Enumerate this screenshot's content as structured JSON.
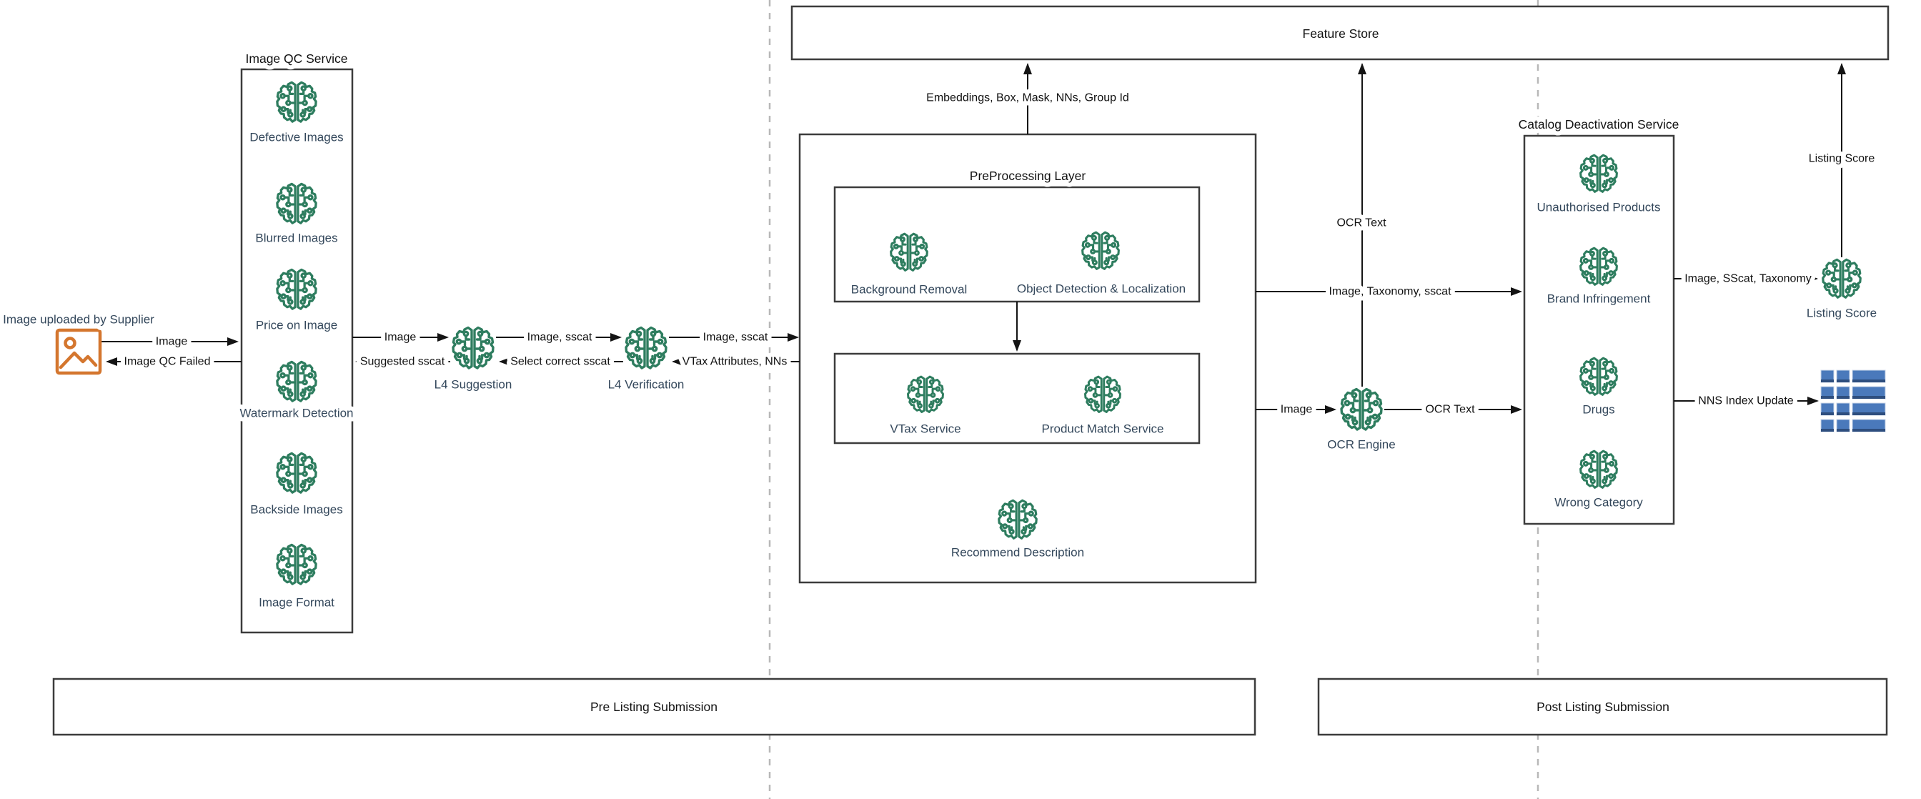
{
  "containers": {
    "feature_store": "Feature Store",
    "image_qc": "Image QC Service",
    "preprocessing": "PreProcessing Layer",
    "catalog_deactivation": "Catalog Deactivation Service",
    "pre_listing": "Pre Listing Submission",
    "post_listing": "Post Listing Submission"
  },
  "nodes": {
    "supplier": "Image uploaded by Supplier",
    "defective": "Defective Images",
    "blurred": "Blurred Images",
    "price": "Price on Image",
    "watermark": "Watermark Detection",
    "backside": "Backside Images",
    "format": "Image Format",
    "l4_suggestion": "L4 Suggestion",
    "l4_verification": "L4 Verification",
    "bg_removal": "Background Removal",
    "obj_detection": "Object Detection & Localization",
    "vtax": "VTax Service",
    "product_match": "Product Match Service",
    "recommend_desc": "Recommend Description",
    "ocr_engine": "OCR Engine",
    "unauthorised": "Unauthorised Products",
    "brand": "Brand Infringement",
    "drugs": "Drugs",
    "wrong_category": "Wrong Category",
    "listing_score": "Listing Score"
  },
  "edges": {
    "image_in": "Image",
    "qc_failed": "Image QC Failed",
    "image_to_l4s": "Image",
    "suggested_sscat": "Suggested sscat",
    "image_sscat_1": "Image, sscat",
    "select_correct": "Select correct sscat",
    "image_sscat_2": "Image, sscat",
    "vtax_attrs": "VTax Attributes, NNs",
    "embeddings": "Embeddings, Box, Mask, NNs, Group Id",
    "ocr_text_up": "OCR Text",
    "image_tax_sscat": "Image, Taxonomy, sscat",
    "image_to_ocr": "Image",
    "ocr_text_right": "OCR Text",
    "image_sscat_tax": "Image, SScat, Taxonomy",
    "listing_score_up": "Listing Score",
    "nns_update": "NNS Index Update"
  },
  "colors": {
    "ai_icon_green": "#2e7d5f",
    "supplier_icon_orange": "#d4762e",
    "index_table_blue": "#4a79bb",
    "index_table_blue_dark": "#2e4e7e",
    "node_label": "#33475b",
    "edge_label": "#111111",
    "separator_gray": "#b8b8b8"
  }
}
